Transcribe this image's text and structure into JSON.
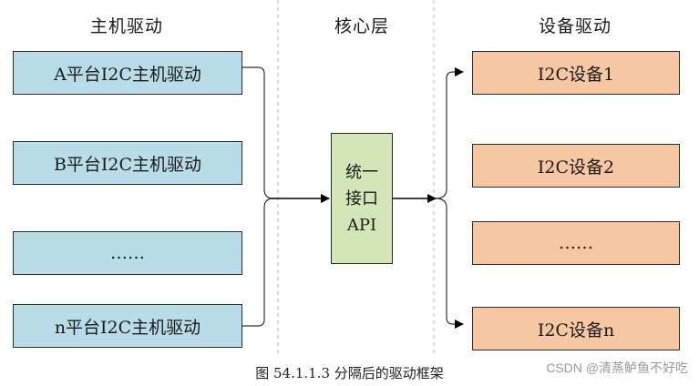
{
  "columns": {
    "host": "主机驱动",
    "core": "核心层",
    "device": "设备驱动"
  },
  "host_boxes": [
    "A平台I2C主机驱动",
    "B平台I2C主机驱动",
    "……",
    "n平台I2C主机驱动"
  ],
  "core_box": {
    "line1": "统一",
    "line2": "接口",
    "line3": "API"
  },
  "device_boxes": [
    "I2C设备1",
    "I2C设备2",
    "……",
    "I2C设备n"
  ],
  "caption": "图 54.1.1.3  分隔后的驱动框架",
  "watermark": "CSDN @清蒸鲈鱼不好吃",
  "colors": {
    "host_fill": "#b9dde8",
    "core_fill": "#d4e6b7",
    "device_fill": "#f7c6a2"
  }
}
